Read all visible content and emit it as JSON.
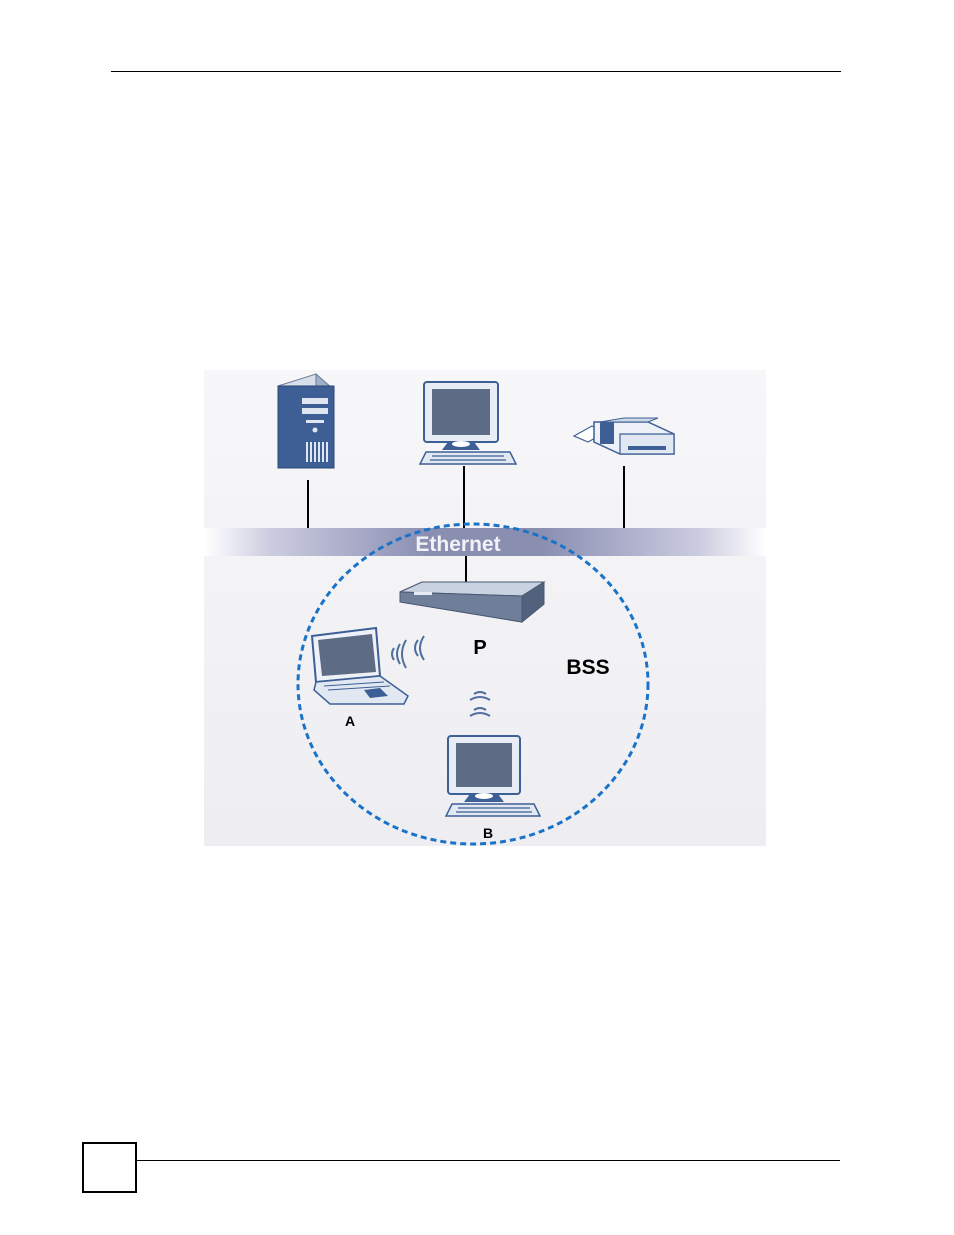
{
  "diagram": {
    "network_label": "Ethernet",
    "access_point_label": "P",
    "bss_label": "BSS",
    "station_a_label": "A",
    "station_b_label": "B"
  },
  "colors": {
    "bss_boundary": "#1a73c8",
    "ethernet_band": "#8c91b4",
    "device_blue": "#3d5f96",
    "screen": "#5e6b84"
  }
}
